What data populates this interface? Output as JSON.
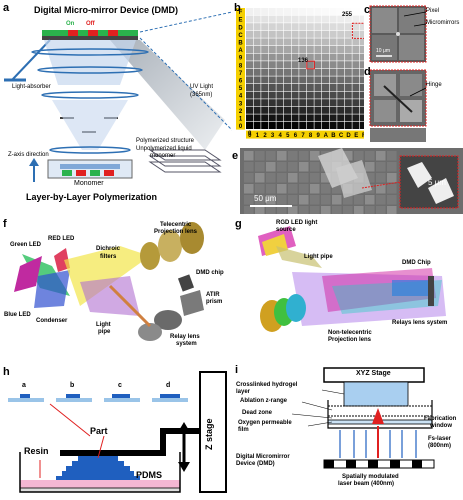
{
  "panel_a": {
    "label": "a",
    "title": "Digital Micro-mirror Device (DMD)",
    "on": "On",
    "off": "Off",
    "light_absorber": "Light-absorber",
    "uv_light_line1": "UV Light",
    "uv_light_line2": "(365nm)",
    "polymerized": "Polymerized structure",
    "unpolymerized_line1": "Unpolymerized liquid",
    "unpolymerized_line2": "monomer",
    "z_axis": "Z-axis direction",
    "monomer": "Monomer",
    "caption": "Layer-by-Layer Polymerization"
  },
  "panel_b": {
    "label": "b",
    "row_labels": [
      "F",
      "E",
      "D",
      "C",
      "B",
      "A",
      "9",
      "8",
      "7",
      "6",
      "5",
      "4",
      "3",
      "2",
      "1",
      "0"
    ],
    "col_labels": [
      "0",
      "1",
      "2",
      "3",
      "4",
      "5",
      "6",
      "7",
      "8",
      "9",
      "A",
      "B",
      "C",
      "D",
      "E",
      "F"
    ],
    "value_max": "255",
    "value_mid": "136",
    "value_zero": "0"
  },
  "panel_c": {
    "label": "c",
    "pixel": "Pixel",
    "micromirrors": "Micromirrors",
    "scale": "10 μm"
  },
  "panel_d": {
    "label": "d",
    "hinge": "Hinge"
  },
  "panel_e": {
    "label": "e",
    "scale_left": "50 μm",
    "scale_right": "5 μm"
  },
  "panel_f": {
    "label": "f",
    "green_led": "Green LED",
    "red_led": "RED LED",
    "dichroic": "Dichroic",
    "filters": "filters",
    "telecentric_line1": "Telecentric",
    "telecentric_line2": "Projection lens",
    "dmd_chip": "DMD chip",
    "atir_line1": "ATIR",
    "atir_line2": "prism",
    "blue_led": "Blue LED",
    "condenser": "Condenser",
    "light_line1": "Light",
    "light_line2": "pipe",
    "relay_line1": "Relay lens",
    "relay_line2": "system"
  },
  "panel_g": {
    "label": "g",
    "rgb_line1": "RGD LED light",
    "rgb_line2": "source",
    "light_pipe": "Light pipe",
    "dmd_chip": "DMD Chip",
    "relays": "Relays lens system",
    "nontele_line1": "Non-telecentric",
    "nontele_line2": "Projection lens"
  },
  "panel_h": {
    "label": "h",
    "steps": [
      "a",
      "b",
      "c",
      "d"
    ],
    "part": "Part",
    "resin": "Resin",
    "pdms": "PDMS",
    "z_stage": "Z stage"
  },
  "panel_i": {
    "label": "i",
    "xyz_stage": "XYZ Stage",
    "crosslinked_line1": "Crosslinked hydrogel",
    "crosslinked_line2": "layer",
    "ablation": "Ablation z-range",
    "dead_zone": "Dead zone",
    "oxygen_line1": "Oxygen permeable",
    "oxygen_line2": "film",
    "fab_line1": "Fabrication",
    "fab_line2": "window",
    "fs_line1": "Fs-laser",
    "fs_line2": "(800nm)",
    "dmd_line1": "Digital Micromirror",
    "dmd_line2": "Device (DMD)",
    "spatial_line1": "Spatially modulated",
    "spatial_line2": "laser beam (400nm)"
  }
}
